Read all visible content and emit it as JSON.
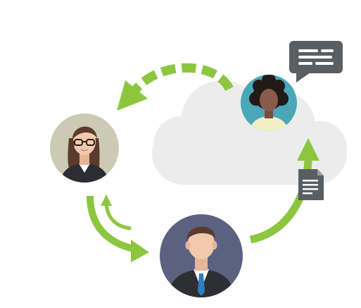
{
  "diagram": {
    "nodes": [
      {
        "id": "woman-glasses",
        "role": "participant"
      },
      {
        "id": "man-suit",
        "role": "participant"
      },
      {
        "id": "woman-curly-hair",
        "role": "participant"
      }
    ],
    "edges": [
      {
        "from": "woman-curly-hair",
        "to": "woman-glasses",
        "style": "dashed"
      },
      {
        "from": "woman-glasses",
        "to": "man-suit",
        "style": "solid"
      },
      {
        "from": "man-suit",
        "to": "woman-glasses",
        "style": "solid-thin"
      },
      {
        "from": "man-suit",
        "to": "woman-curly-hair",
        "style": "solid"
      }
    ],
    "icons": [
      "cloud-icon",
      "chat-bubble-icon",
      "document-icon"
    ]
  },
  "colors": {
    "arrow_green": "#8cc63f",
    "cloud_gray": "#ececed",
    "bubble_gray": "#5b5e61",
    "document_gray": "#5b5e61",
    "circle_beige": "#cdcab4",
    "circle_navy": "#5b6281",
    "circle_teal": "#4aa7b8",
    "skin_light": "#f1c9ac",
    "skin_dark": "#8a5a4a",
    "hair_brown": "#5a3b2c",
    "hair_black": "#221a16",
    "suit_dark": "#2e2f33",
    "tie_blue": "#2e7fc1",
    "top_cream": "#f2efc6"
  }
}
